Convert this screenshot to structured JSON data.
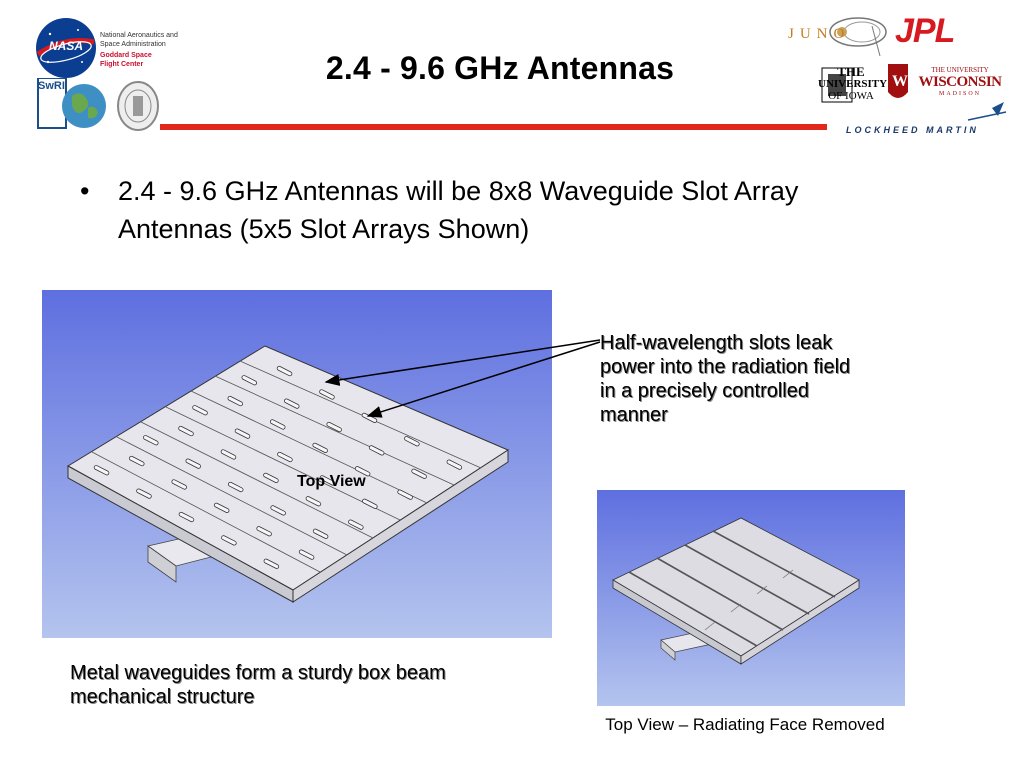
{
  "slide": {
    "title": "2.4 - 9.6 GHz Antennas",
    "bullet_marker": "•",
    "bullet_text": "2.4 - 9.6 GHz Antennas will be 8x8 Waveguide Slot Array Antennas (5x5 Slot Arrays Shown)",
    "callout_text": "Half-wavelength slots leak power into the radiation field in a precisely controlled manner",
    "image_label": "Top View",
    "caption_left": "Metal waveguides form a sturdy box beam mechanical structure",
    "caption_right": "Top View – Radiating Face Removed"
  },
  "logos": {
    "nasa": {
      "mark": "NASA",
      "line1": "National Aeronautics and",
      "line2": "Space Administration",
      "line3": "Goddard Space",
      "line4": "Flight Center"
    },
    "swri": "SwRI",
    "juno": "JUNO",
    "jpl": "JPL",
    "iowa_line1": "THE",
    "iowa_line2": "UNIVERSITY",
    "iowa_line3": "OF IOWA",
    "wisconsin_line1": "THE UNIVERSITY",
    "wisconsin_line2": "WISCONSIN",
    "wisconsin_line3": "MADISON",
    "lockheed": "LOCKHEED MARTIN"
  },
  "colors": {
    "accent_red": "#e0281c",
    "nasa_blue": "#0b3d91",
    "jpl_red": "#d71920"
  }
}
